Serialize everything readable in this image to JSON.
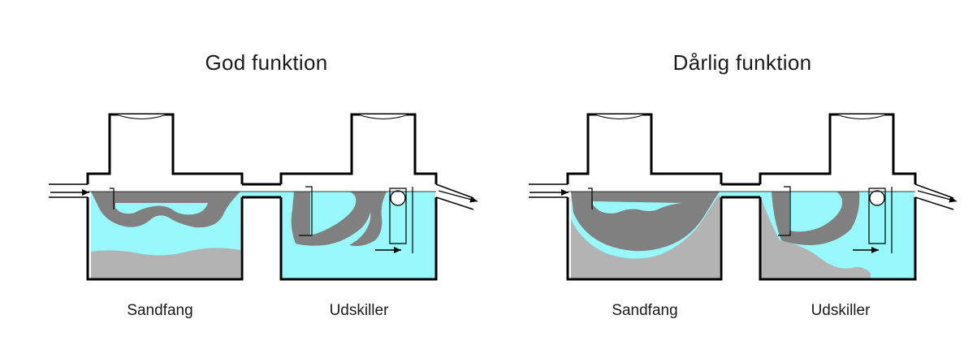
{
  "diagrams": [
    {
      "title": "God funktion",
      "labels": {
        "sandtrap": "Sandfang",
        "separator": "Udskiller"
      }
    },
    {
      "title": "Dårlig funktion",
      "labels": {
        "sandtrap": "Sandfang",
        "separator": "Udskiller"
      }
    }
  ],
  "colors": {
    "water": "#99f8fb",
    "sludge": "#808080",
    "sediment": "#b3b3b3",
    "wall": "#000000"
  }
}
